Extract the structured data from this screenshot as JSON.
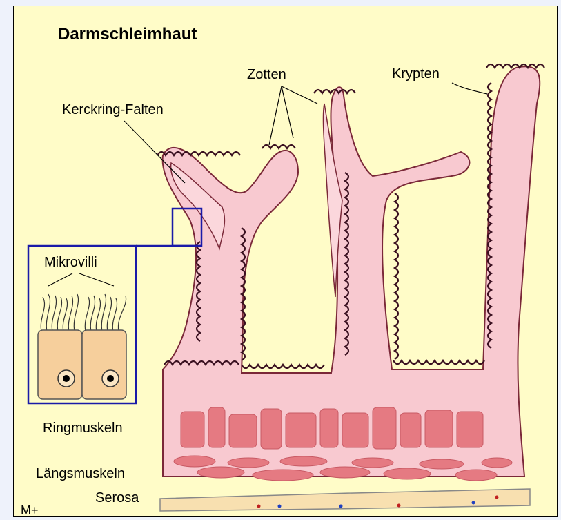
{
  "title": "Darmschleimhaut",
  "labels": {
    "zotten": "Zotten",
    "krypten": "Krypten",
    "kerckring": "Kerckring-Falten",
    "mikrovilli": "Mikrovilli",
    "ringmuskeln": "Ringmuskeln",
    "laengsmuskeln": "Längsmuskeln",
    "serosa": "Serosa",
    "corner": "M+"
  },
  "colors": {
    "background": "#fffcc8",
    "tissue": "#f8c9d0",
    "tissue_outline": "#7a2838",
    "muscle": "#e57a82",
    "inset_frame": "#1a1aa8",
    "cell": "#f6cf9c",
    "serosa": "#f8e0b0"
  }
}
